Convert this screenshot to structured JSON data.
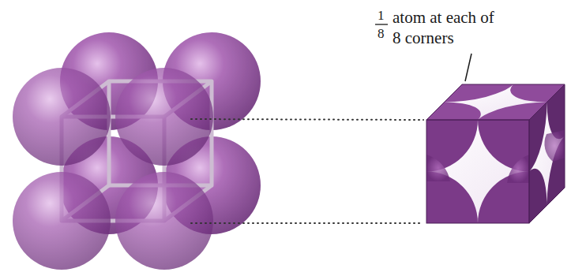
{
  "diagram": {
    "labels": [
      "1",
      "8",
      "atom at each of 8 corners"
    ]
  }
}
